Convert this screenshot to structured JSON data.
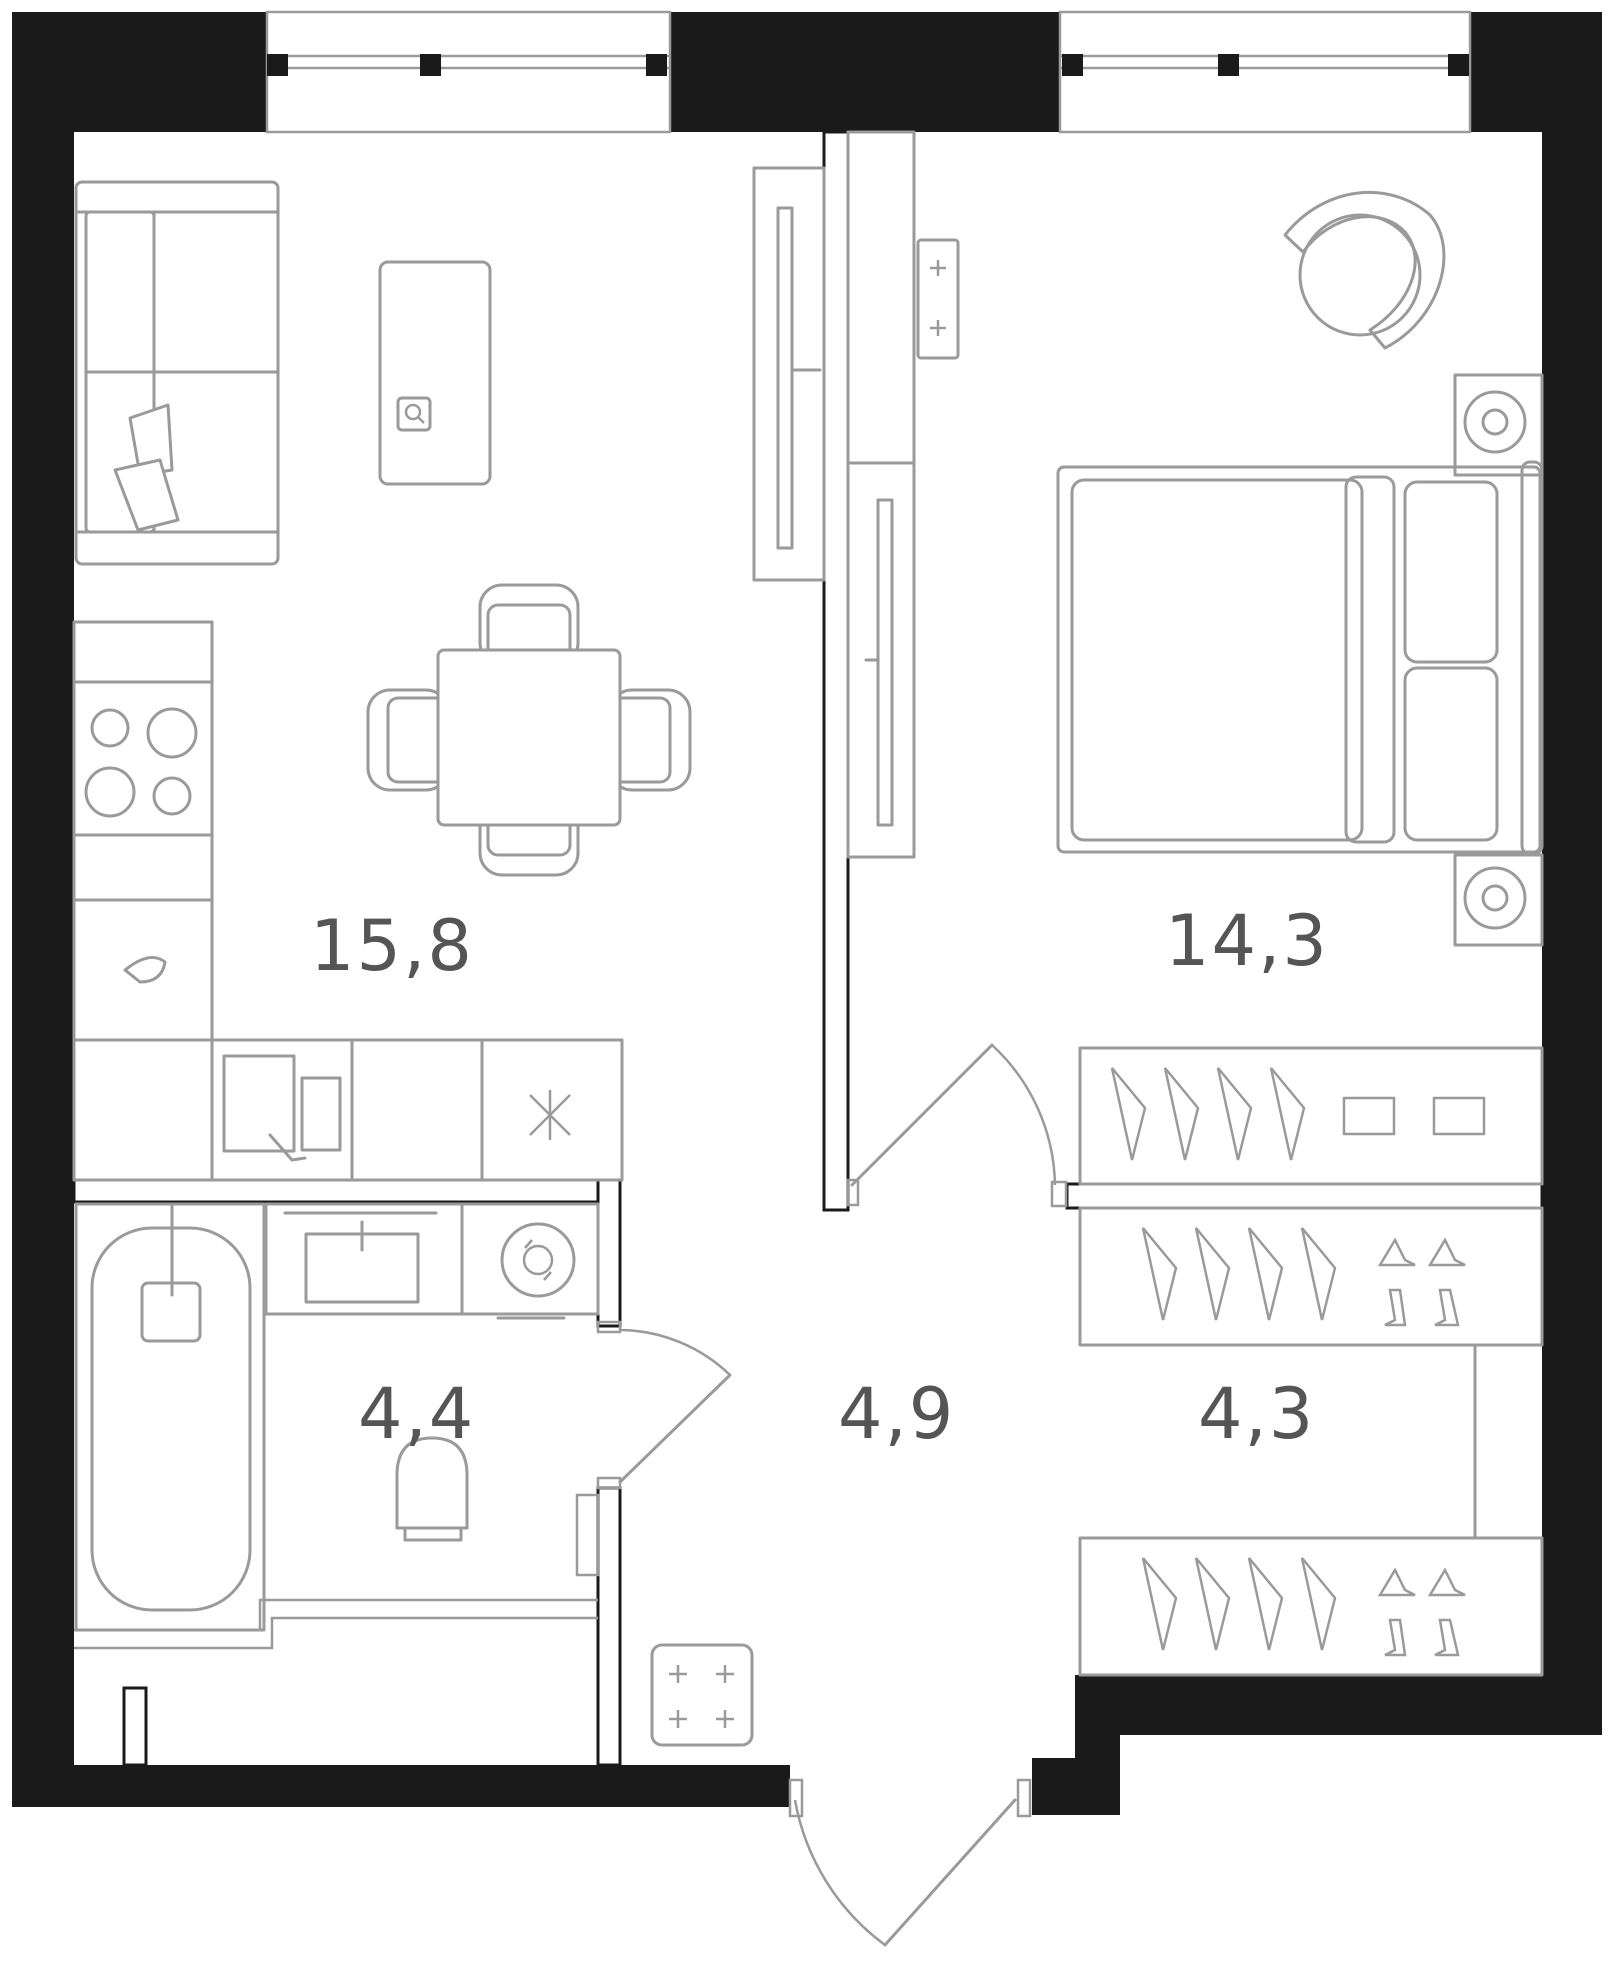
{
  "rooms": [
    {
      "id": "living-kitchen",
      "area": "15,8"
    },
    {
      "id": "bedroom",
      "area": "14,3"
    },
    {
      "id": "bathroom",
      "area": "4,4"
    },
    {
      "id": "hallway",
      "area": "4,9"
    },
    {
      "id": "wardrobe",
      "area": "4,3"
    }
  ],
  "colors": {
    "wall": "#1a1a1a",
    "furniture": "#9a9a9a",
    "label": "#555555",
    "background": "#ffffff"
  }
}
